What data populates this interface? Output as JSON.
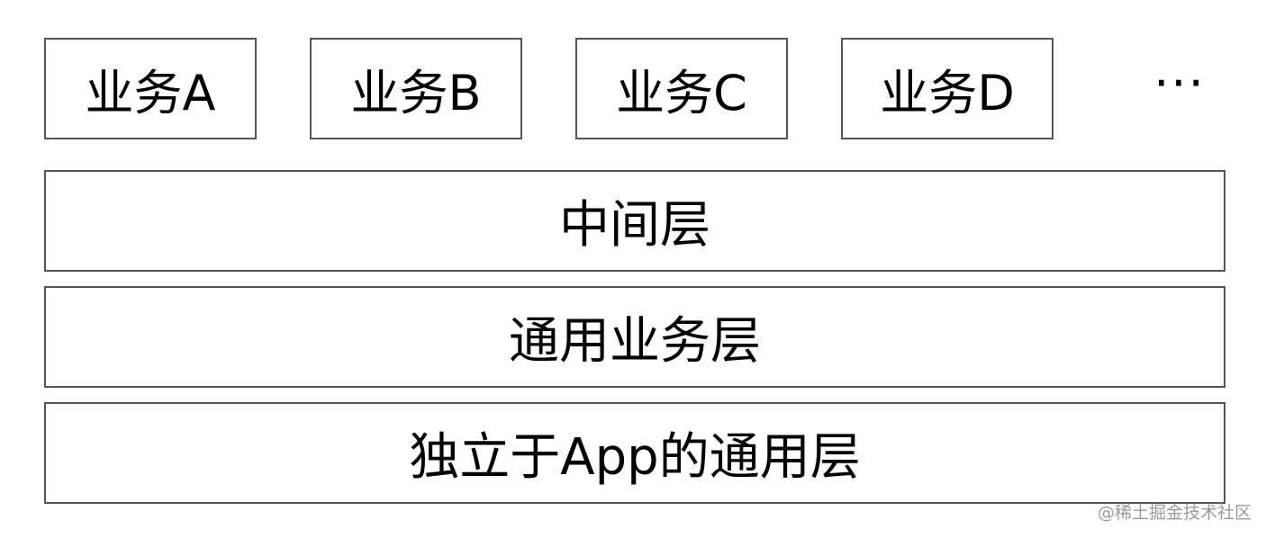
{
  "business_modules": [
    {
      "label": "业务A"
    },
    {
      "label": "业务B"
    },
    {
      "label": "业务C"
    },
    {
      "label": "业务D"
    }
  ],
  "ellipsis": "···",
  "layers": {
    "middle": "中间层",
    "common_business": "通用业务层",
    "app_independent": "独立于App的通用层"
  },
  "watermark": "@稀土掘金技术社区",
  "colors": {
    "border": "#555555",
    "text": "#000000",
    "watermark": "#9a9a9a"
  }
}
